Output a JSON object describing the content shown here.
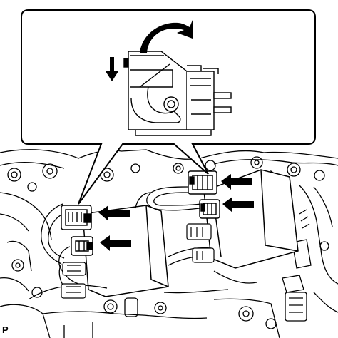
{
  "figure": {
    "label": "P"
  },
  "callouts": {
    "count": 4,
    "color": "#000000"
  },
  "inset": {
    "rotation_arrow": "curved-arrow-clockwise",
    "push_arrow": "down-arrow"
  }
}
